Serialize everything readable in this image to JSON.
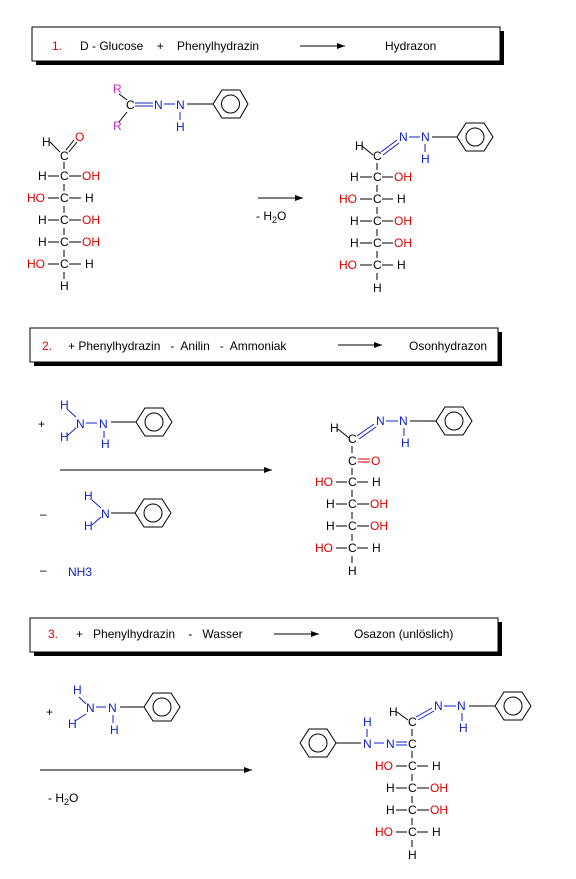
{
  "step1": {
    "number": "1.",
    "text": "D - Glucose    +    Phenylhydrazin",
    "product": "Hydrazon"
  },
  "step2": {
    "number": "2.",
    "text": "+ Phenylhydrazin   -  Anilin   -  Ammoniak",
    "product": "Osonhydrazon"
  },
  "step3": {
    "number": "3.",
    "text": "+   Phenylhydrazin    -   Wasser",
    "product": "Osazon (unlöslich)"
  },
  "labels": {
    "minus_water_1": "- H",
    "sub2": "2",
    "o": "O",
    "plus": "+",
    "minus": "–",
    "nh3": "NH3",
    "minus_water_3": "-  H2O",
    "R": "R",
    "C": "C",
    "N": "N",
    "H": "H",
    "HO": "HO",
    "OH": "OH",
    "O_red": "O"
  },
  "colors": {
    "atom_red": "#e00000",
    "atom_blue": "#1020c8",
    "r_group": "#c030c0",
    "number_red": "#e00000"
  }
}
